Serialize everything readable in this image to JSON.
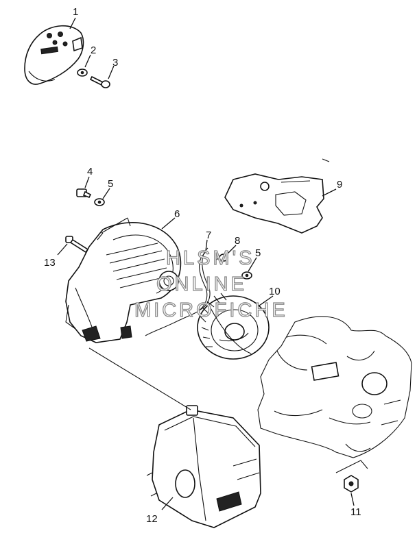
{
  "callouts": [
    "1",
    "2",
    "3",
    "4",
    "5",
    "6",
    "7",
    "8",
    "5",
    "9",
    "10",
    "11",
    "12",
    "13"
  ],
  "watermark": {
    "line1": "HLSM'S",
    "line2": "ONLINE",
    "line3": "MICROFICHE"
  }
}
